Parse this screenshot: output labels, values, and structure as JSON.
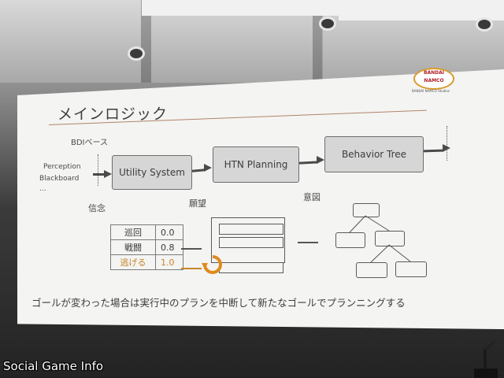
{
  "slide": {
    "title": "メインロジック",
    "section": "BDIベース",
    "inputs": [
      "Perception",
      "Blackboard",
      "..."
    ],
    "stages": [
      "Utility System",
      "HTN Planning",
      "Behavior Tree"
    ],
    "concepts": [
      "信念",
      "願望",
      "意図"
    ],
    "utility_table": [
      {
        "name": "巡回",
        "score": "0.0",
        "highlight": false
      },
      {
        "name": "戦闘",
        "score": "0.8",
        "highlight": false
      },
      {
        "name": "逃げる",
        "score": "1.0",
        "highlight": true
      }
    ],
    "caption": "ゴールが変わった場合は実行中のプランを中断して新たなゴールでプランニングする",
    "logo": {
      "line1": "BANDAI",
      "line2": "NAMCO",
      "sub": "BANDAI NAMCO Studios"
    }
  },
  "watermark": "Social Game Info",
  "colors": {
    "highlight": "#c8852a",
    "box_fill": "#d6d6d6",
    "slide_bg": "#f4f4f2"
  }
}
